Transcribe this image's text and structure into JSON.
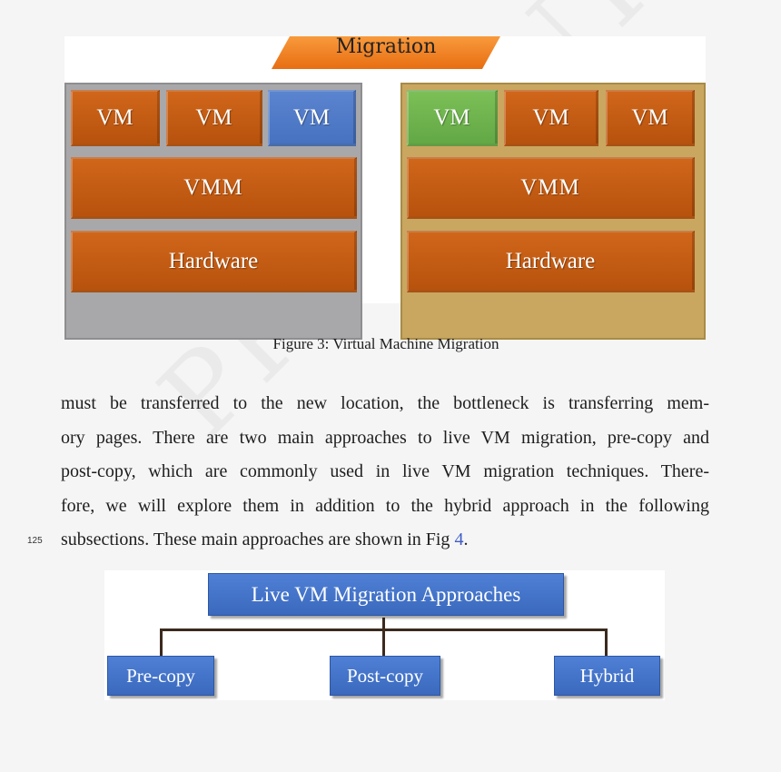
{
  "figure3": {
    "banner": "Migration",
    "host_left": {
      "vms": [
        "VM",
        "VM",
        "VM"
      ],
      "vmm": "VMM",
      "hardware": "Hardware"
    },
    "host_right": {
      "vms": [
        "VM",
        "VM",
        "VM"
      ],
      "vmm": "VMM",
      "hardware": "Hardware"
    },
    "caption": "Figure 3: Virtual Machine Migration"
  },
  "body": {
    "lines": [
      "must be transferred to the new location, the bottleneck is transferring mem-",
      "ory pages. There are two main approaches to live VM migration, pre-copy and",
      "post-copy, which are commonly used in live VM migration techniques. There-",
      "fore, we will explore them in addition to the hybrid approach in the following"
    ],
    "last_line_prefix": "subsections. These main approaches are shown in Fig ",
    "last_line_ref": "4",
    "last_line_suffix": ".",
    "line_number": "125"
  },
  "figure4": {
    "root": "Live VM Migration Approaches",
    "children": [
      "Pre-copy",
      "Post-copy",
      "Hybrid"
    ]
  },
  "watermark": "PREPRINT MANUSCRIPT",
  "colors": {
    "vm_orange": "#c45c14",
    "vm_blue": "#4e78c8",
    "vm_green": "#6db24c",
    "host_left_frame": "#a8a8ab",
    "host_right_frame": "#c9a760",
    "banner_orange": "#f07a1c",
    "box_blue": "#4575c9",
    "ref_link": "#3d5cc7"
  }
}
